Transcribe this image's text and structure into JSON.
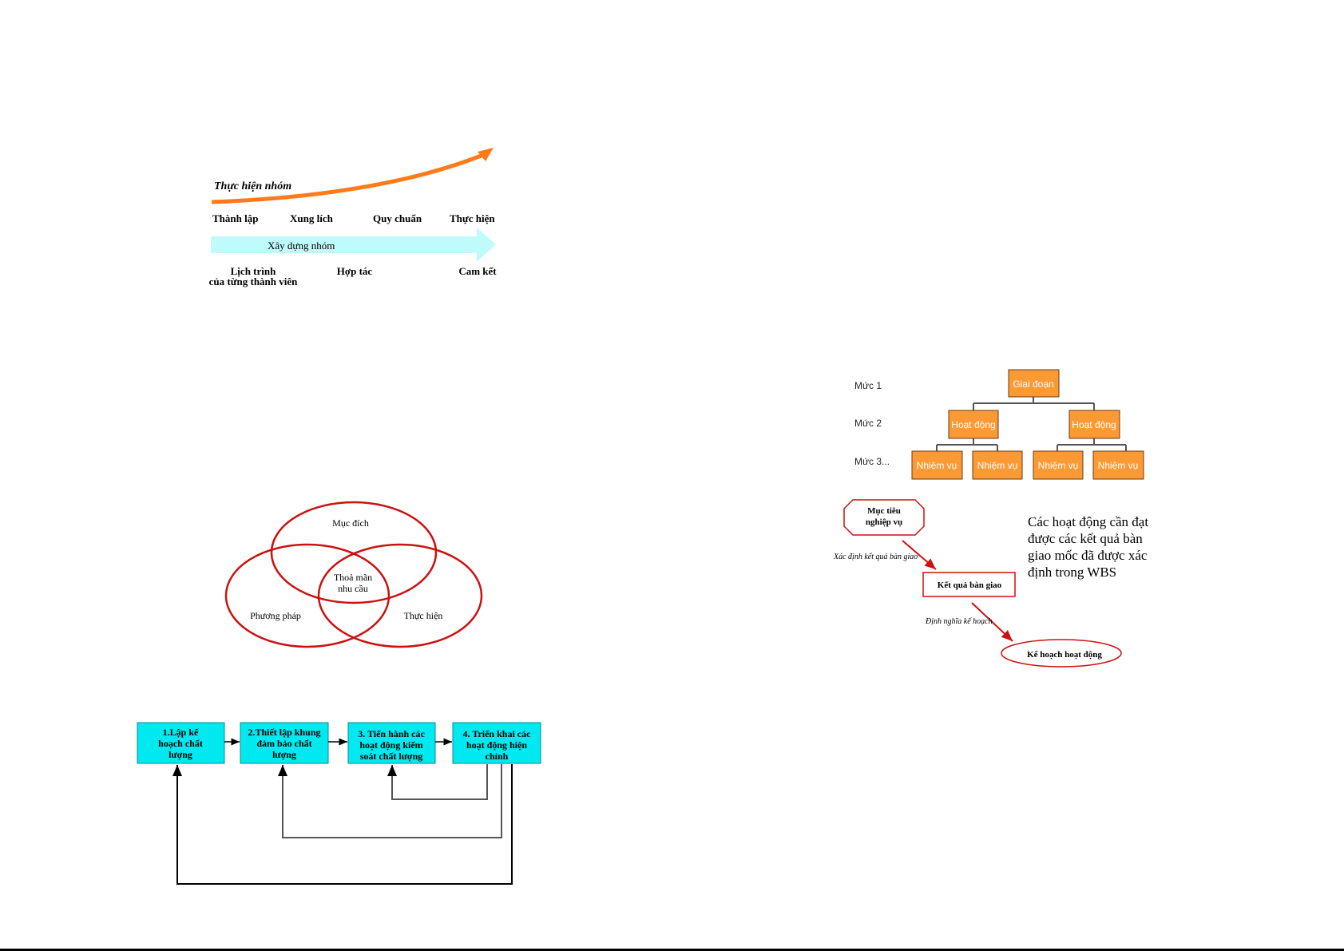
{
  "team_timeline": {
    "curve_label": "Thực hiện nhóm",
    "stages": [
      "Thành lập",
      "Xung lích",
      "Quy chuẩn",
      "Thực hiện"
    ],
    "band_label": "Xây dựng nhóm",
    "outcomes": [
      "Lịch trình",
      "của từng thành viên",
      "Hợp tác",
      "Cam kết"
    ],
    "colors": {
      "curve": "#ff7a1a",
      "band": "#c0fbfb"
    }
  },
  "wbs": {
    "levels": [
      "Mức 1",
      "Mức 2",
      "Mức 3..."
    ],
    "root": "Giai đoạn",
    "activities": [
      "Hoạt động",
      "Hoạt động"
    ],
    "tasks": [
      "Nhiệm vụ",
      "Nhiệm vụ",
      "Nhiệm vụ",
      "Nhiệm vụ"
    ],
    "box_color": "#fb9a35"
  },
  "deliverables": {
    "objective": [
      "Mục tiêu",
      "nghiệp vụ"
    ],
    "step1": "Xác định kết quả bàn giao",
    "deliverable": "Kết quả bàn giao",
    "step2": "Định nghĩa kế hoạch",
    "plan": "Kế hoạch hoạt động",
    "note": [
      "Các hoạt động cần đạt",
      "được các kết quả bàn",
      "giao mốc đã được xác",
      "định trong WBS"
    ],
    "accent": "#cc1111"
  },
  "venn": {
    "top": "Mục đích",
    "center": [
      "Thoả mãn",
      "nhu cầu"
    ],
    "left": "Phương pháp",
    "right": "Thực hiện",
    "color": "#cc1111"
  },
  "quality_flow": {
    "steps": [
      [
        "1.Lập kế",
        "hoạch chất",
        "lượng"
      ],
      [
        "2.Thiết lập khung",
        "đảm bảo chất",
        "lượng"
      ],
      [
        "3. Tiến hành các",
        "hoạt động kiểm",
        "soát chất lượng"
      ],
      [
        "4. Triển khai các",
        "hoạt động hiện",
        "chỉnh"
      ]
    ],
    "box_color": "#00e8f0"
  }
}
